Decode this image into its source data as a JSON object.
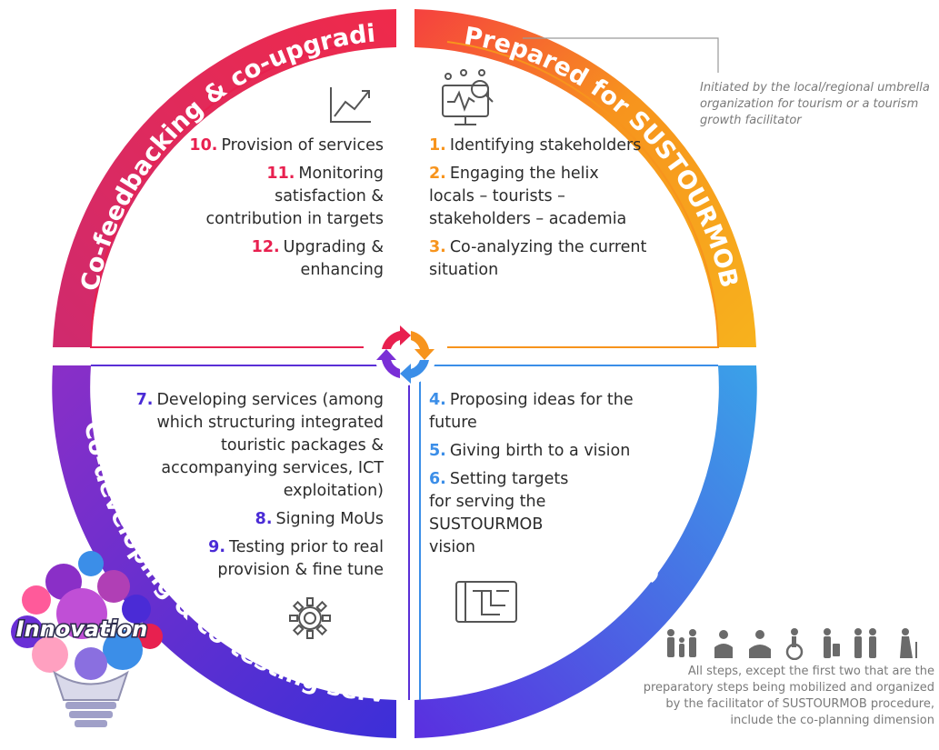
{
  "quadrants": {
    "top_right": {
      "title": "Prepared for SUSTOURMOB",
      "color": "#f7941d",
      "steps": [
        {
          "num": "1.",
          "text": "Identifying stakeholders"
        },
        {
          "num": "2.",
          "text": "Engaging the helix locals – tourists – stakeholders – academia"
        },
        {
          "num": "3.",
          "text": "Co-analyzing the current situation"
        }
      ]
    },
    "top_left": {
      "title": "Co-feedbacking & co-upgrading",
      "color": "#e8204f",
      "steps": [
        {
          "num": "10.",
          "text": "Provision of services"
        },
        {
          "num": "11.",
          "text": "Monitoring satisfaction & contribution in targets"
        },
        {
          "num": "12.",
          "text": "Upgrading & enhancing"
        }
      ]
    },
    "bottom_left": {
      "title": "Co-developing & co-testing services",
      "color": "#4a2bd6",
      "steps": [
        {
          "num": "7.",
          "text": "Developing services (among which structuring integrated touristic packages & accompanying services, ICT exploitation)"
        },
        {
          "num": "8.",
          "text": "Signing MoUs"
        },
        {
          "num": "9.",
          "text": "Testing prior to real provision & fine tune"
        }
      ]
    },
    "bottom_right": {
      "title": "Co-building the future",
      "color": "#3b8ee8",
      "steps": [
        {
          "num": "4.",
          "text": "Proposing ideas for the future"
        },
        {
          "num": "5.",
          "text": "Giving birth to a vision"
        },
        {
          "num": "6.",
          "text": "Setting targets for serving the SUSTOURMOB vision"
        }
      ]
    }
  },
  "notes": {
    "initiated": "Initiated by the local/regional umbrella organization for tourism or a tourism growth facilitator",
    "all_steps": "All steps, except the first two that are the preparatory steps being mobilized and organized by the facilitator of SUSTOURMOB procedure, include the co-planning dimension"
  },
  "innovation_label": "Innovation",
  "colors": {
    "orange": "#f7941d",
    "red": "#e8204f",
    "purple": "#4a2bd6",
    "blue": "#3b8ee8"
  }
}
